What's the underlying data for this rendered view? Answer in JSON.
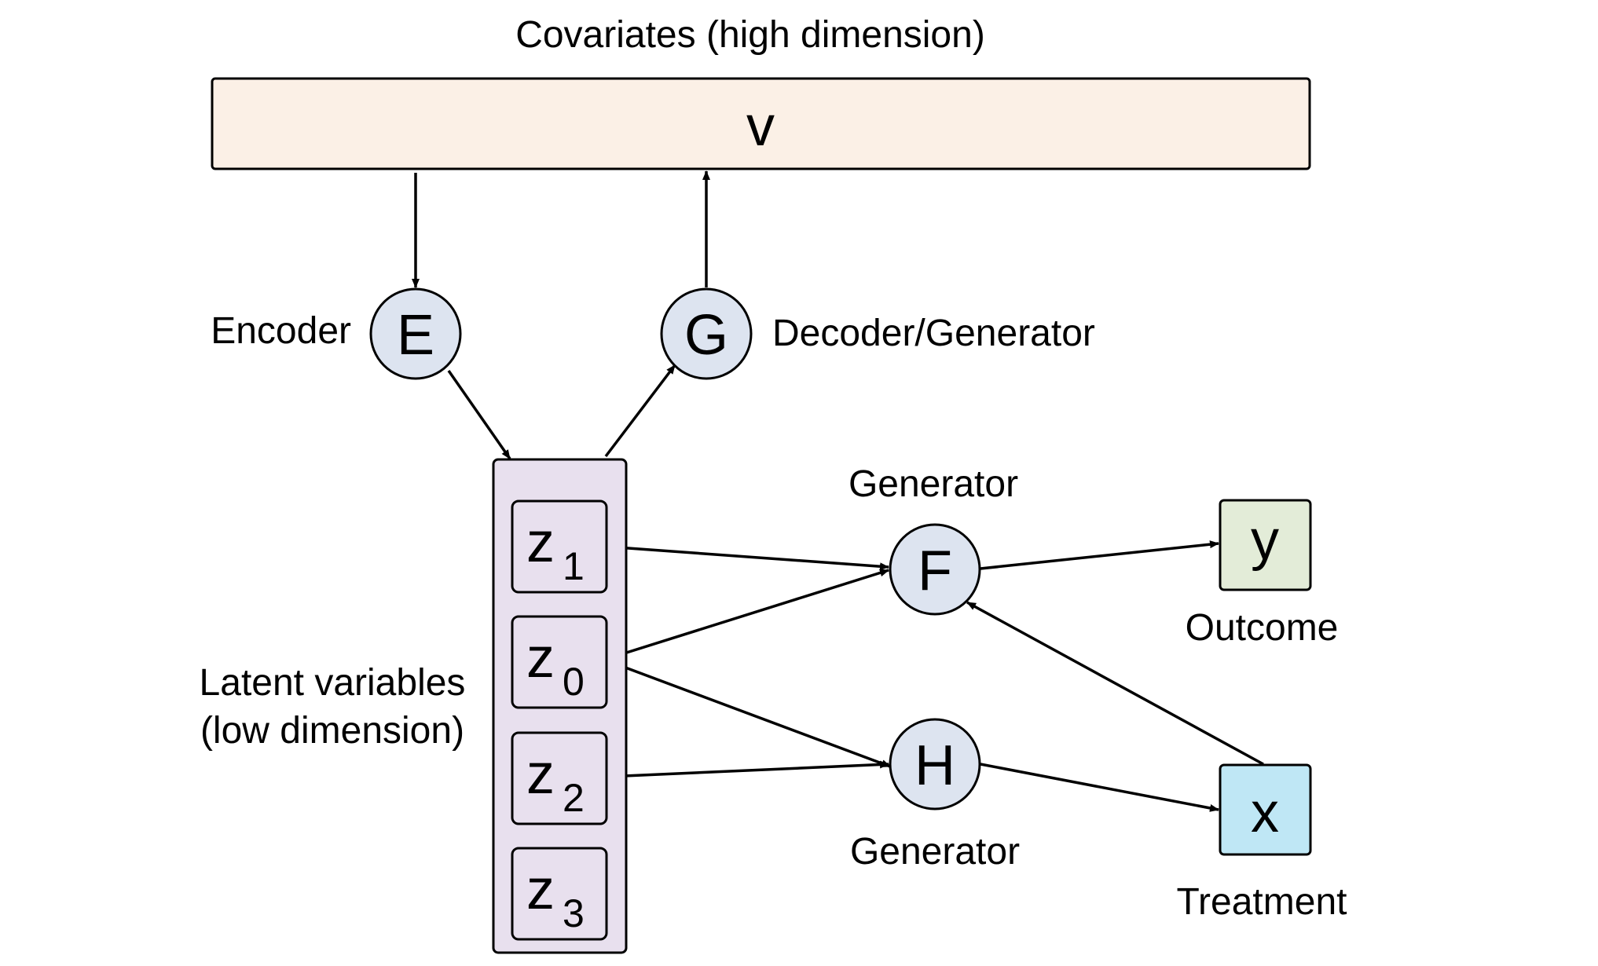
{
  "covariates": {
    "title": "Covariates (high dimension)",
    "symbol": "v",
    "fill": "#fbf0e6"
  },
  "encoder": {
    "symbol": "E",
    "label": "Encoder"
  },
  "decoder": {
    "symbol": "G",
    "label": "Decoder/Generator"
  },
  "generator_f": {
    "symbol": "F",
    "label": "Generator"
  },
  "generator_h": {
    "symbol": "H",
    "label": "Generator"
  },
  "latent": {
    "label_line1": "Latent variables",
    "label_line2": "(low dimension)",
    "fill": "#e8e0ee",
    "items": [
      {
        "base": "z",
        "sub": "1"
      },
      {
        "base": "z",
        "sub": "0"
      },
      {
        "base": "z",
        "sub": "2"
      },
      {
        "base": "z",
        "sub": "3"
      }
    ]
  },
  "outcome": {
    "symbol": "y",
    "label": "Outcome",
    "fill": "#e3ecd8"
  },
  "treatment": {
    "symbol": "x",
    "label": "Treatment",
    "fill": "#bfe7f5"
  },
  "colors": {
    "node_fill": "#dde4f0",
    "stroke": "#000000"
  }
}
